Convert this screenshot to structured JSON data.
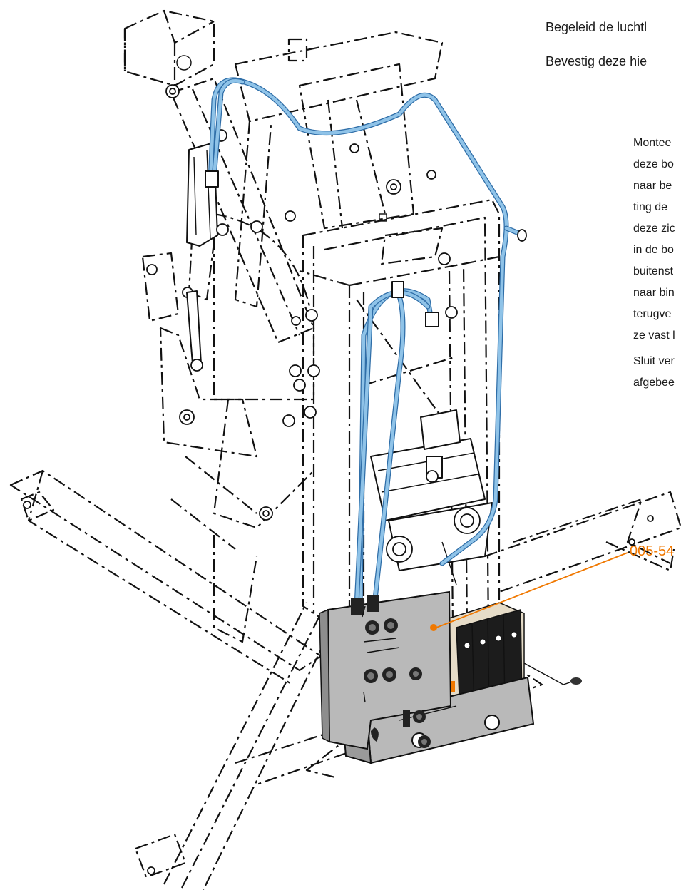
{
  "instructions": {
    "line1": "Begeleid de luchtl",
    "line2": "Bevestig deze hie"
  },
  "paragraph1": [
    "Montee",
    "deze bo",
    "naar be",
    "ting de",
    "deze zic",
    "in de bo",
    "buitenst",
    "naar bin",
    "terugve",
    "ze vast l"
  ],
  "paragraph2": [
    "Sluit ver",
    "afgebee"
  ],
  "callout": {
    "part_number": "005-54"
  },
  "colors": {
    "air_hose": "#8fc3e8",
    "air_hose_edge": "#2f6ea8",
    "bracket_plate": "#b9b9b9",
    "callout": "#f07800",
    "linework": "#111111",
    "valve_block": "#1c1c1c"
  }
}
